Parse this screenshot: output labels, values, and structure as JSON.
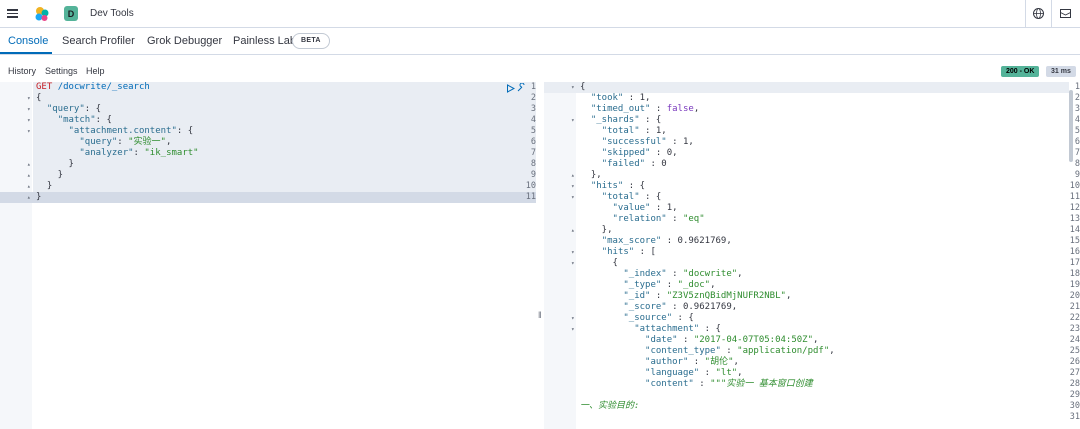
{
  "topbar": {
    "space_letter": "D",
    "app_title": "Dev Tools"
  },
  "tabs": [
    {
      "label": "Console"
    },
    {
      "label": "Search Profiler"
    },
    {
      "label": "Grok Debugger"
    },
    {
      "label": "Painless Lab"
    }
  ],
  "beta_badge": "BETA",
  "menu": {
    "history": "History",
    "settings": "Settings",
    "help": "Help"
  },
  "response_status": {
    "code": "200 - OK",
    "time": "31 ms"
  },
  "request_lines": [
    "GET /docwrite/_search",
    "{",
    "  \"query\": {",
    "    \"match\": {",
    "      \"attachment.content\": {",
    "        \"query\": \"实验一\",",
    "        \"analyzer\": \"ik_smart\"",
    "      }",
    "    }",
    "  }",
    "}"
  ],
  "response_lines": [
    "{",
    "  \"took\" : 1,",
    "  \"timed_out\" : false,",
    "  \"_shards\" : {",
    "    \"total\" : 1,",
    "    \"successful\" : 1,",
    "    \"skipped\" : 0,",
    "    \"failed\" : 0",
    "  },",
    "  \"hits\" : {",
    "    \"total\" : {",
    "      \"value\" : 1,",
    "      \"relation\" : \"eq\"",
    "    },",
    "    \"max_score\" : 0.9621769,",
    "    \"hits\" : [",
    "      {",
    "        \"_index\" : \"docwrite\",",
    "        \"_type\" : \"_doc\",",
    "        \"_id\" : \"Z3V5znQBidMjNUFR2NBL\",",
    "        \"_score\" : 0.9621769,",
    "        \"_source\" : {",
    "          \"attachment\" : {",
    "            \"date\" : \"2017-04-07T05:04:50Z\",",
    "            \"content_type\" : \"application/pdf\",",
    "            \"author\" : \"胡伦\",",
    "            \"language\" : \"lt\",",
    "            \"content\" : \"\"\"实验一 基本窗口创建",
    "",
    "一、实验目的:",
    ""
  ],
  "colors": {
    "accent": "#006bb8",
    "status_ok": "#54b399"
  }
}
